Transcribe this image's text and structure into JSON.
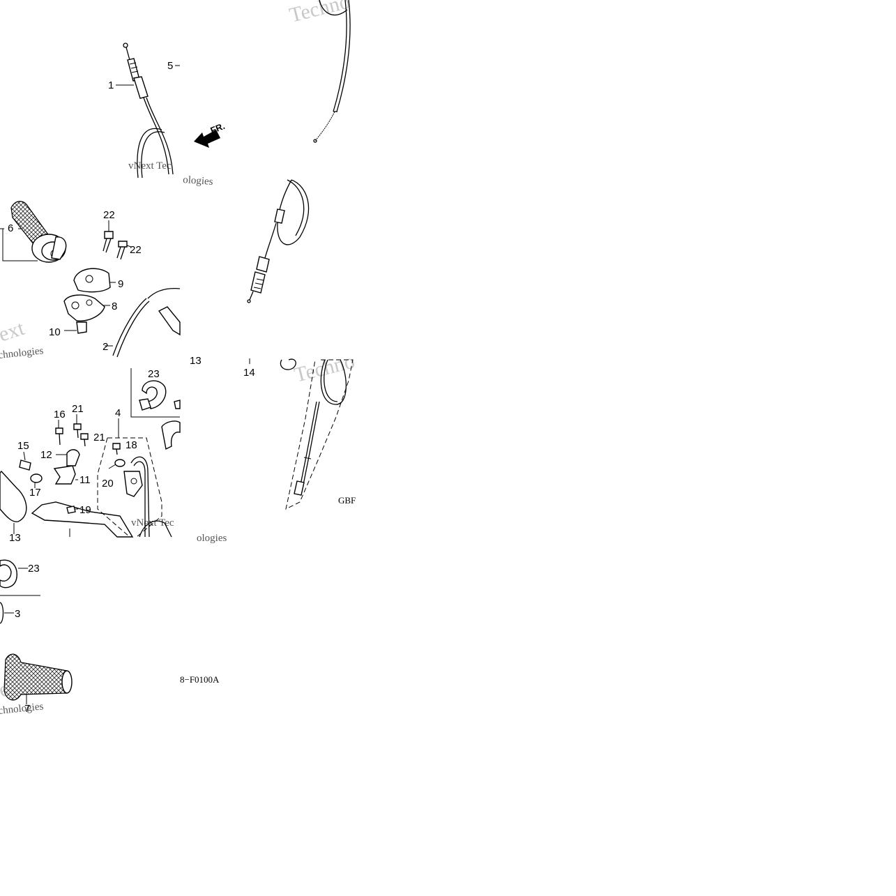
{
  "callouts": [
    {
      "id": "1",
      "label": "1"
    },
    {
      "id": "5",
      "label": "5"
    },
    {
      "id": "6",
      "label": "6"
    },
    {
      "id": "22a",
      "label": "22"
    },
    {
      "id": "22b",
      "label": "22"
    },
    {
      "id": "9",
      "label": "9"
    },
    {
      "id": "8",
      "label": "8"
    },
    {
      "id": "10",
      "label": "10"
    },
    {
      "id": "2",
      "label": "2"
    },
    {
      "id": "13a",
      "label": "13"
    },
    {
      "id": "14",
      "label": "14"
    },
    {
      "id": "23a",
      "label": "23"
    },
    {
      "id": "4",
      "label": "4"
    },
    {
      "id": "16",
      "label": "16"
    },
    {
      "id": "21a",
      "label": "21"
    },
    {
      "id": "21b",
      "label": "21"
    },
    {
      "id": "15",
      "label": "15"
    },
    {
      "id": "12",
      "label": "12"
    },
    {
      "id": "18",
      "label": "18"
    },
    {
      "id": "11",
      "label": "11"
    },
    {
      "id": "17",
      "label": "17"
    },
    {
      "id": "20",
      "label": "20"
    },
    {
      "id": "19",
      "label": "19"
    },
    {
      "id": "13b",
      "label": "13"
    },
    {
      "id": "23b",
      "label": "23"
    },
    {
      "id": "3",
      "label": "3"
    },
    {
      "id": "7",
      "label": "7"
    }
  ],
  "direction_marker": "FR.",
  "diagram_codes": {
    "code_main": "8−F0100A",
    "code_partial": "GBF"
  },
  "watermarks": {
    "brand_a": "Techno",
    "brand_b": "vNext Tec",
    "brand_c": "ologies",
    "brand_d": "ext",
    "brand_e": "chnologies",
    "brand_f": "vNext Tec",
    "brand_g": "ologies",
    "brand_h": "ext",
    "brand_i": "chnologies",
    "brand_j": "Techno"
  }
}
